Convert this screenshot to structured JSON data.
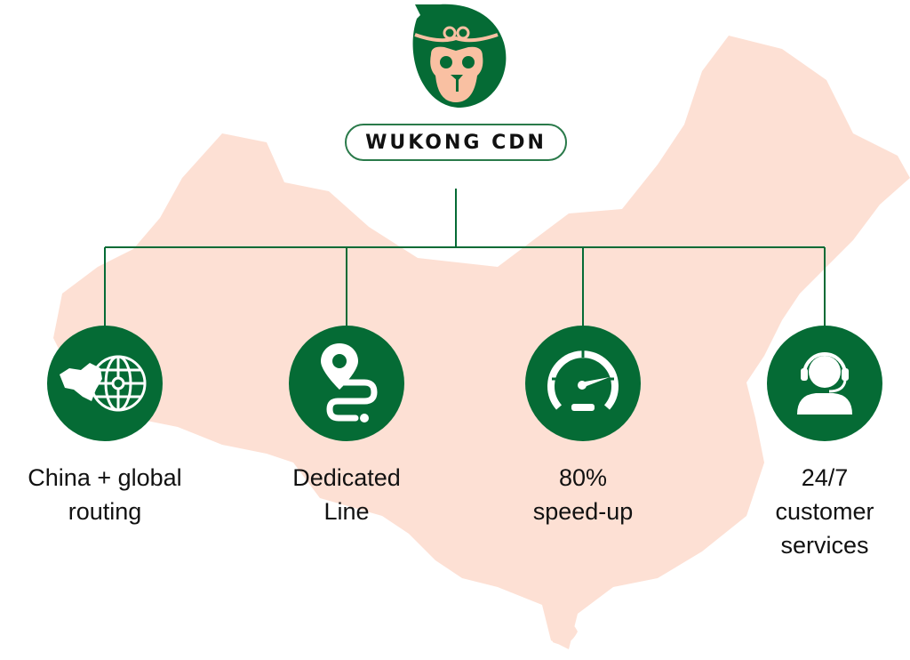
{
  "brand": {
    "name": "WUKONG CDN"
  },
  "colors": {
    "green": "#056b35",
    "map": "#fde0d4",
    "face": "#f9c0a2"
  },
  "features": [
    {
      "icon": "china-globe-routing-icon",
      "line1": "China + global",
      "line2": "routing",
      "line3": ""
    },
    {
      "icon": "location-route-icon",
      "line1": "Dedicated",
      "line2": "Line",
      "line3": ""
    },
    {
      "icon": "speedometer-icon",
      "line1": "80%",
      "line2": "speed-up",
      "line3": ""
    },
    {
      "icon": "headset-agent-icon",
      "line1": "24/7",
      "line2": "customer",
      "line3": "services"
    }
  ]
}
